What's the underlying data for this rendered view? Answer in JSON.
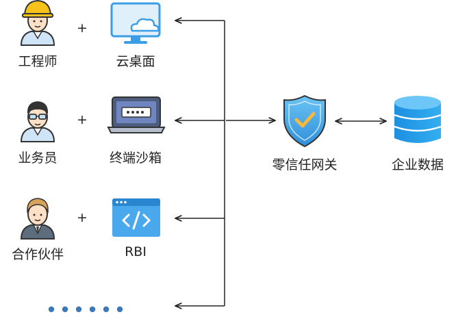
{
  "rows": [
    {
      "role": "工程师",
      "plus": "+",
      "tool": "云桌面",
      "role_icon": "engineer-avatar-icon",
      "tool_icon": "cloud-desktop-icon"
    },
    {
      "role": "业务员",
      "plus": "+",
      "tool": "终端沙箱",
      "role_icon": "salesperson-avatar-icon",
      "tool_icon": "terminal-sandbox-laptop-icon"
    },
    {
      "role": "合作伙伴",
      "plus": "+",
      "tool": "RBI",
      "role_icon": "partner-avatar-icon",
      "tool_icon": "rbi-code-window-icon"
    }
  ],
  "more_dots": 6,
  "gateway": {
    "label": "零信任网关",
    "icon": "zero-trust-shield-icon"
  },
  "data_store": {
    "label": "企业数据",
    "icon": "database-icon"
  },
  "colors": {
    "blue": "#3a9de6",
    "dark_blue": "#2a78c2",
    "line": "#222222",
    "dots": "#3d78b8"
  }
}
